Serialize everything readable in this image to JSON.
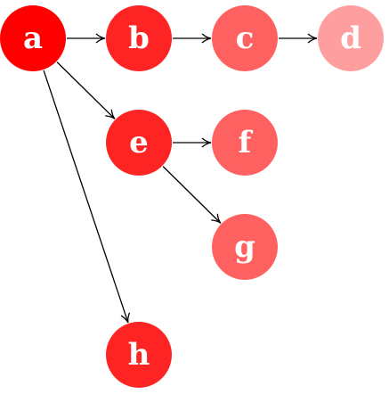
{
  "nodes": [
    {
      "id": "a",
      "label": "a",
      "color": "#ff0000"
    },
    {
      "id": "b",
      "label": "b",
      "color": "#ff2424"
    },
    {
      "id": "c",
      "label": "c",
      "color": "#ff6161"
    },
    {
      "id": "d",
      "label": "d",
      "color": "#ff9e9e"
    },
    {
      "id": "e",
      "label": "e",
      "color": "#ff2424"
    },
    {
      "id": "f",
      "label": "f",
      "color": "#ff6161"
    },
    {
      "id": "g",
      "label": "g",
      "color": "#ff6161"
    },
    {
      "id": "h",
      "label": "h",
      "color": "#ff2424"
    }
  ],
  "edges": [
    {
      "from": "a",
      "to": "b"
    },
    {
      "from": "b",
      "to": "c"
    },
    {
      "from": "c",
      "to": "d"
    },
    {
      "from": "a",
      "to": "e"
    },
    {
      "from": "e",
      "to": "f"
    },
    {
      "from": "e",
      "to": "g"
    },
    {
      "from": "a",
      "to": "h"
    }
  ]
}
